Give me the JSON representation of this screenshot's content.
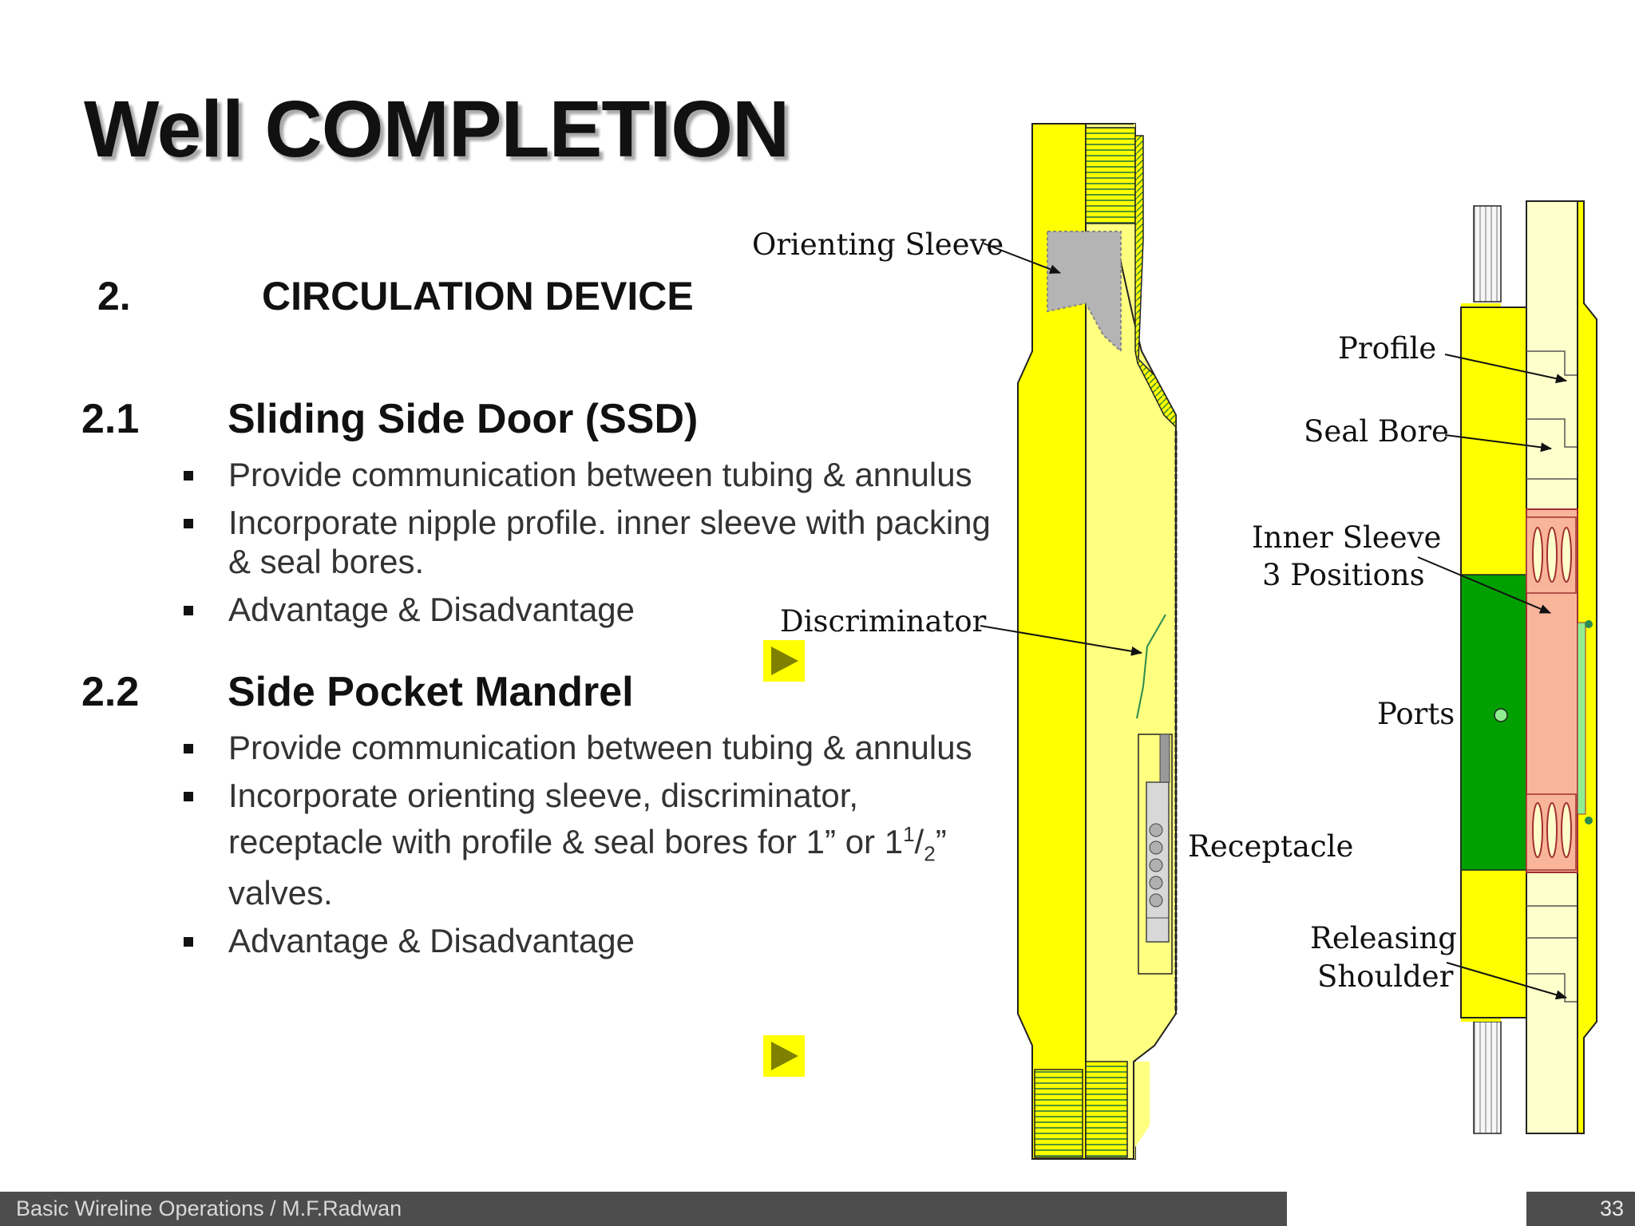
{
  "slide": {
    "title": "Well COMPLETION",
    "section": {
      "number": "2.",
      "title": "CIRCULATION DEVICE"
    },
    "subsections": [
      {
        "number": "2.1",
        "title": "Sliding Side Door (SSD)",
        "bullets": [
          "Provide communication between tubing & annulus",
          "Incorporate nipple profile. inner sleeve with packing",
          "& seal bores.",
          "Advantage & Disadvantage"
        ]
      },
      {
        "number": "2.2",
        "title": "Side Pocket Mandrel",
        "bullets": [
          "Provide communication between tubing & annulus",
          "Incorporate orienting sleeve, discriminator,",
          "receptacle with profile & seal bores for 1” or 1",
          "1",
          "2",
          "”",
          "valves.",
          "Advantage & Disadvantage"
        ]
      }
    ]
  },
  "diagram_labels": {
    "orienting_sleeve": "Orienting Sleeve",
    "discriminator": "Discriminator",
    "receptacle": "Receptacle",
    "profile": "Profile",
    "seal_bore": "Seal Bore",
    "inner_sleeve_1": "Inner Sleeve",
    "inner_sleeve_2": "3 Positions",
    "ports": "Ports",
    "releasing_1": "Releasing",
    "releasing_2": "Shoulder"
  },
  "footer": {
    "text": "Basic Wireline Operations / M.F.Radwan",
    "page": "33"
  },
  "colors": {
    "yellow": "#ffff00",
    "light_yellow": "#ffff80",
    "green": "#00a000",
    "salmon": "#f9b59a",
    "footer_bg": "#4d4d4d"
  },
  "icons": [
    "play-icon",
    "play-icon"
  ]
}
